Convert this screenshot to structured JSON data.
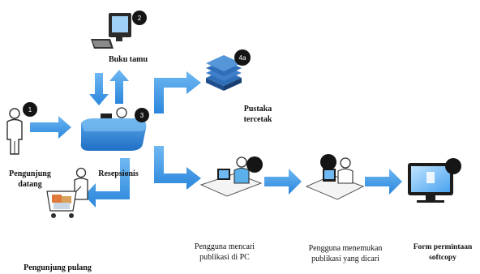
{
  "colors": {
    "arrow": "#3d9be9",
    "badge": "#151515",
    "person": "#2f2f2f",
    "desk": "#2b7fd3",
    "monitor": "#1c1c1c",
    "books": "#3f7fc9"
  },
  "icons": [
    "person-icon",
    "computer-icon",
    "books-icon",
    "reception-desk-icon",
    "shopping-cart-icon",
    "user-pc-icon",
    "monitor-icon"
  ],
  "badges": {
    "arrival": "1",
    "guestbook": "2",
    "reception": "3",
    "printed": "4a"
  },
  "labels": {
    "guestbook": "Buku tamu",
    "printed_line1": "Pustaka",
    "printed_line2": "tercetak",
    "visitor_arrive_line1": "Pengunjung",
    "visitor_arrive_line2": "datang",
    "receptionist": "Resepsionis",
    "visitor_leave": "Pengunjung pulang",
    "user_search_line1": "Pengguna mencari",
    "user_search_line2": "publikasi di PC",
    "user_found_line1": "Pengguna menemukan",
    "user_found_line2": "publikasi yang dicari",
    "softcopy_line1": "Form permintaan",
    "softcopy_line2": "softcopy"
  }
}
